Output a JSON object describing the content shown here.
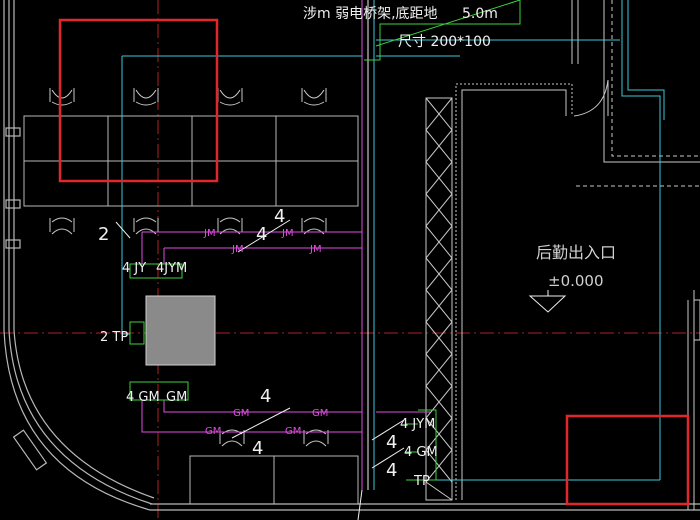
{
  "colors": {
    "background": "#000000",
    "wall": "#b8b8b8",
    "cyan": "#3cc8d8",
    "magenta": "#e24ce2",
    "green": "#3cd23c",
    "white": "#f0f0f0",
    "red_axis": "#b02020",
    "highlight": "#e0282c",
    "equipment_fill": "#8a8a8a"
  },
  "annotations": {
    "tray_note": "涉m 弱电桥架,底距地",
    "tray_height": "5.0m",
    "tray_size": "尺寸 200*100",
    "logistics_entrance": "后勤出入口",
    "elevation": "±0.000"
  },
  "cable_labels": {
    "jm1": "JM",
    "jm2": "JM",
    "jm3": "JM",
    "jm4": "JM",
    "gm1": "GM",
    "gm2": "GM",
    "gm3": "GM",
    "gm4": "GM"
  },
  "counts": {
    "n2": "2",
    "n4_top": "4",
    "n4_mid": "4",
    "n4_low": "4",
    "n4_r1": "4",
    "n4_r2": "4"
  },
  "outlet_labels": {
    "left_jy": "4 JY",
    "left_myjm": "4JYM",
    "left_tp": "2 TP",
    "left_gm": "4 GM",
    "left_gm2": "GM",
    "right_jym": "4 JYM",
    "right_gm": "4 GM",
    "right_tp": "TP"
  }
}
